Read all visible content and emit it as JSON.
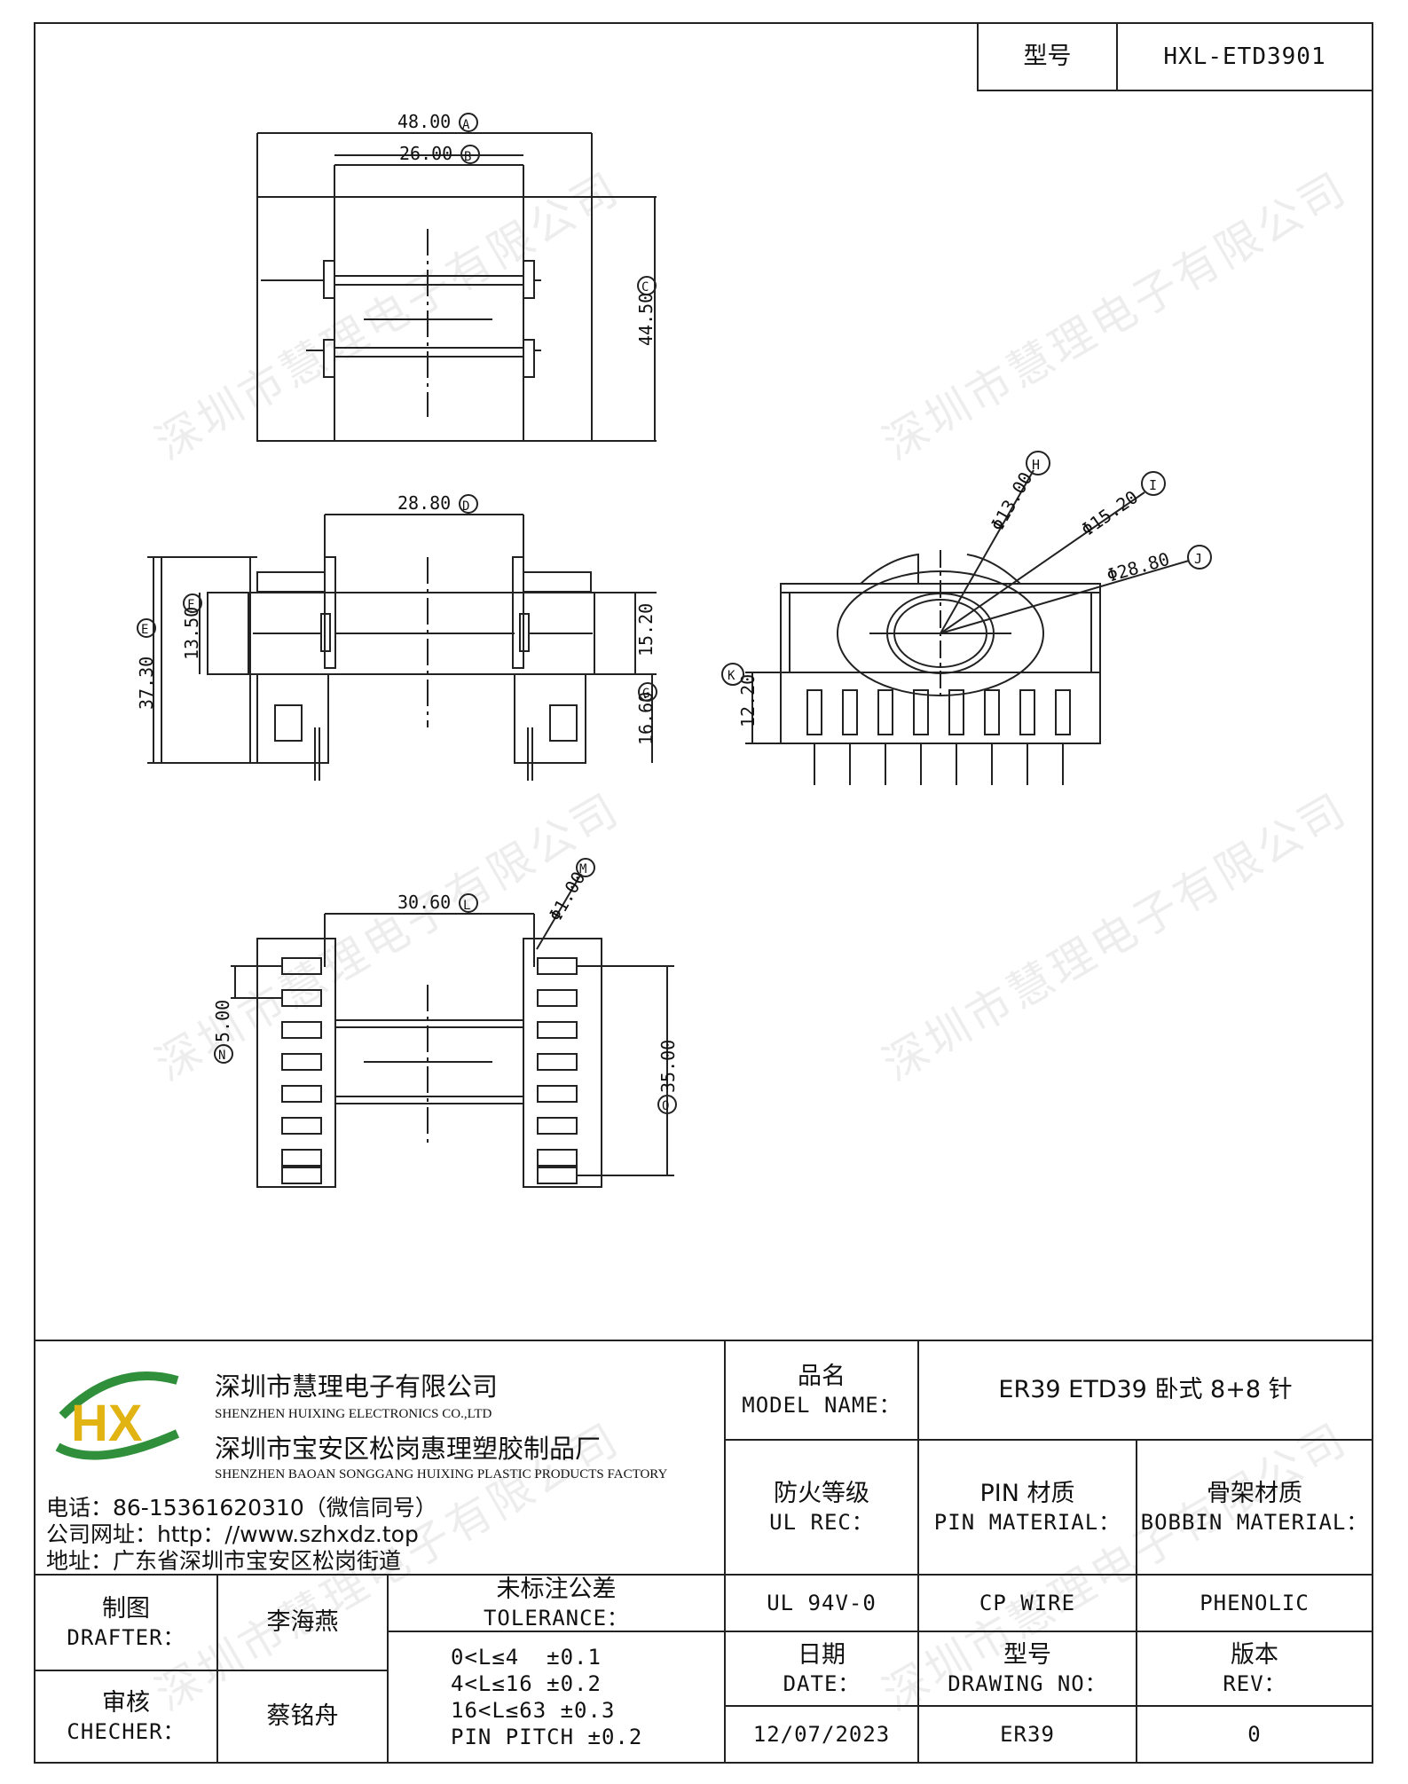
{
  "header": {
    "model_label": "型号",
    "model_value": "HXL-ETD3901"
  },
  "watermark": "深圳市慧理电子有限公司",
  "dimensions": {
    "top_width_a": "48.00",
    "top_width_b": "26.00",
    "top_height_c": "44.50",
    "front_width_d": "28.80",
    "front_height_e": "37.30",
    "front_height_f": "13.50",
    "front_dim_g": "15.20",
    "front_dim_g2": "16.60",
    "side_dia_h": "Φ13.00",
    "side_dia_i": "Φ15.20",
    "side_dia_j": "Φ28.80",
    "side_height_k": "12.20",
    "bottom_width_l": "30.60",
    "bottom_dia_m": "Φ1.00",
    "bottom_pitch_n": "5.00",
    "bottom_height_o": "35.00"
  },
  "circle_labels": {
    "a": "A",
    "b": "B",
    "c": "C",
    "d": "D",
    "e": "E",
    "f": "F",
    "g": "G",
    "h": "H",
    "i": "I",
    "j": "J",
    "k": "K",
    "l": "L",
    "m": "M",
    "n": "N",
    "o": "O"
  },
  "logo": {
    "text": "HX"
  },
  "company": {
    "name_cn": "深圳市慧理电子有限公司",
    "name_en": "SHENZHEN HUIXING ELECTRONICS CO.,LTD",
    "factory_cn": "深圳市宝安区松岗惠理塑胶制品厂",
    "factory_en": "SHENZHEN BAOAN SONGGANG HUIXING PLASTIC PRODUCTS FACTORY",
    "phone": "电话：86-15361620310（微信同号）",
    "website": "公司网址：http：//www.szhxdz.top",
    "address": "地址：广东省深圳市宝安区松岗街道"
  },
  "title_block": {
    "model_name_cn": "品名",
    "model_name_en": "MODEL NAME：",
    "model_name_value": "ER39 ETD39 卧式 8+8 针",
    "ul_cn": "防火等级",
    "ul_en": "UL REC：",
    "pin_cn": "PIN 材质",
    "pin_en": "PIN MATERIAL：",
    "bobbin_cn": "骨架材质",
    "bobbin_en": "BOBBIN MATERIAL：",
    "ul_value": "UL 94V-0",
    "pin_value": "CP WIRE",
    "bobbin_value": "PHENOLIC",
    "drafter_cn": "制图",
    "drafter_en": "DRAFTER：",
    "drafter_name": "李海燕",
    "checker_cn": "审核",
    "checker_en": "CHECHER：",
    "checker_name": "蔡铭舟",
    "tolerance_cn": "未标注公差",
    "tolerance_en": "TOLERANCE：",
    "tolerances": [
      "0<L≤4  ±0.1",
      "4<L≤16 ±0.2",
      "16<L≤63 ±0.3",
      "PIN PITCH ±0.2"
    ],
    "date_cn": "日期",
    "date_en": "DATE：",
    "date_value": "12/07/2023",
    "drawing_cn": "型号",
    "drawing_en": "DRAWING NO：",
    "drawing_value": "ER39",
    "rev_cn": "版本",
    "rev_en": "REV：",
    "rev_value": "0"
  }
}
